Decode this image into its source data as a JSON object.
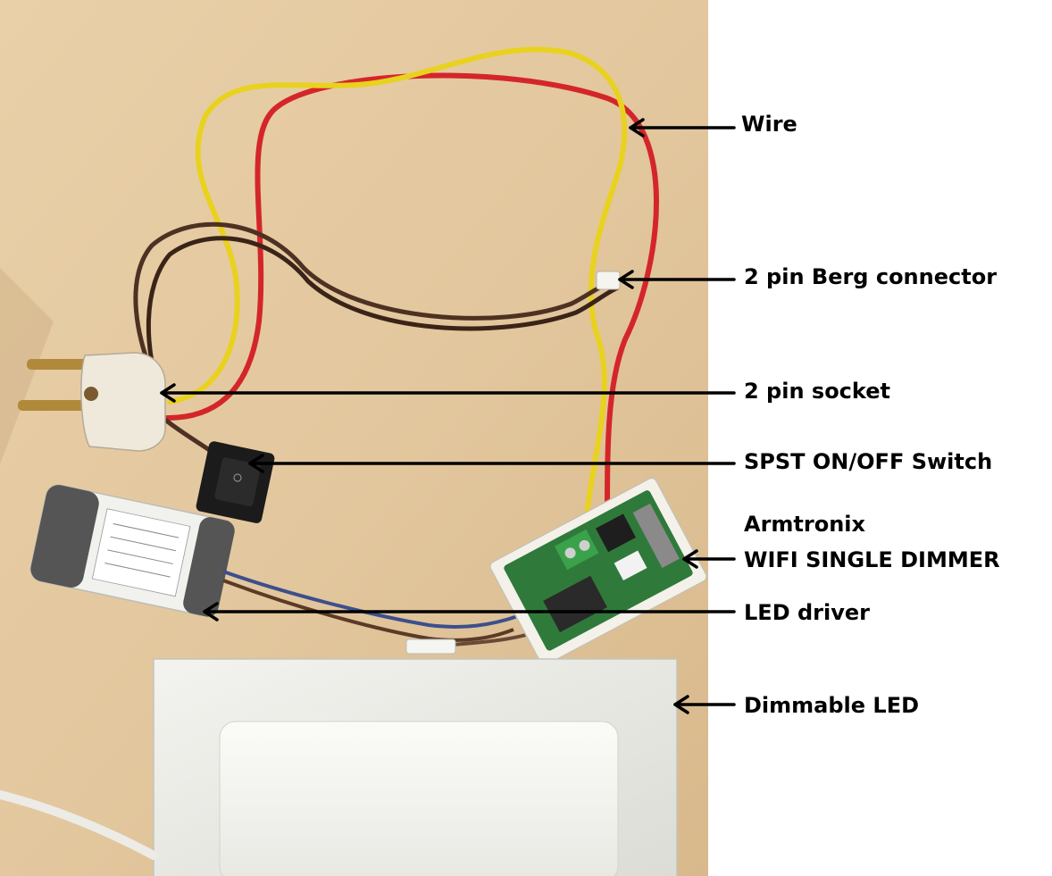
{
  "photo": {
    "subject": "Armtronix WiFi single dimmer wiring setup",
    "background_color": "#e3c79e",
    "wire_colors": {
      "yellow": "#e8d21f",
      "red": "#d4262a",
      "brown": "#4d3122",
      "blue": "#3c4f8c"
    }
  },
  "callouts": [
    {
      "id": "wire",
      "lines": [
        "Wire"
      ]
    },
    {
      "id": "berg-connector",
      "lines": [
        "2 pin Berg connector"
      ]
    },
    {
      "id": "socket",
      "lines": [
        "2 pin socket"
      ]
    },
    {
      "id": "switch",
      "lines": [
        "SPST ON/OFF Switch"
      ]
    },
    {
      "id": "dimmer",
      "lines": [
        "Armtronix",
        "WIFI SINGLE DIMMER"
      ]
    },
    {
      "id": "led-driver",
      "lines": [
        "LED driver"
      ]
    },
    {
      "id": "dimmable-led",
      "lines": [
        "Dimmable LED"
      ]
    }
  ]
}
